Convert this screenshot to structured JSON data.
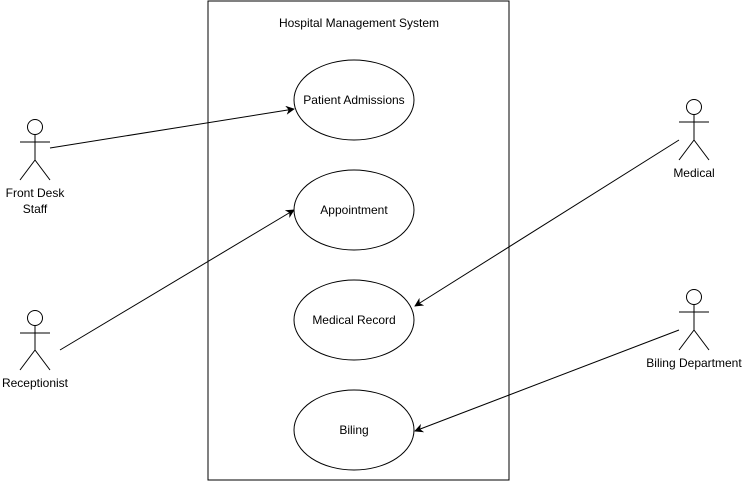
{
  "diagram": {
    "type": "uml-use-case",
    "system": {
      "title": "Hospital Management System"
    },
    "use_cases": [
      {
        "id": "admissions",
        "label": "Patient Admissions"
      },
      {
        "id": "appointment",
        "label": "Appointment"
      },
      {
        "id": "record",
        "label": "Medical Record"
      },
      {
        "id": "billing",
        "label": "Biling"
      }
    ],
    "actors": [
      {
        "id": "frontdesk",
        "label_lines": [
          "Front Desk",
          "Staff"
        ]
      },
      {
        "id": "receptionist",
        "label_lines": [
          "Receptionist"
        ]
      },
      {
        "id": "medical",
        "label_lines": [
          "Medical"
        ]
      },
      {
        "id": "billingdept",
        "label_lines": [
          "Biling Department"
        ]
      }
    ],
    "associations": [
      {
        "from": "frontdesk",
        "to": "admissions"
      },
      {
        "from": "receptionist",
        "to": "appointment"
      },
      {
        "from": "medical",
        "to": "record"
      },
      {
        "from": "billingdept",
        "to": "billing"
      }
    ],
    "colors": {
      "stroke": "#000000",
      "fill": "#ffffff",
      "text": "#000000"
    }
  }
}
